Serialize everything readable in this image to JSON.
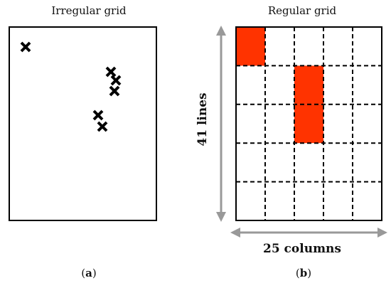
{
  "panels": {
    "a": {
      "title": "Irregular grid",
      "caption_letter": "a",
      "marker_color": "#000000",
      "points_count_note": null
    },
    "b": {
      "title": "Regular grid",
      "caption_letter": "b",
      "rows_label": "41 lines",
      "cols_label": "25 columns",
      "highlight_color": "#ff3300",
      "arrow_color": "#999999",
      "grid_rows": 5,
      "grid_cols": 5,
      "highlighted_cells": [
        {
          "row": 0,
          "col": 0
        },
        {
          "row": 1,
          "col": 2
        },
        {
          "row": 2,
          "col": 2
        }
      ]
    }
  }
}
